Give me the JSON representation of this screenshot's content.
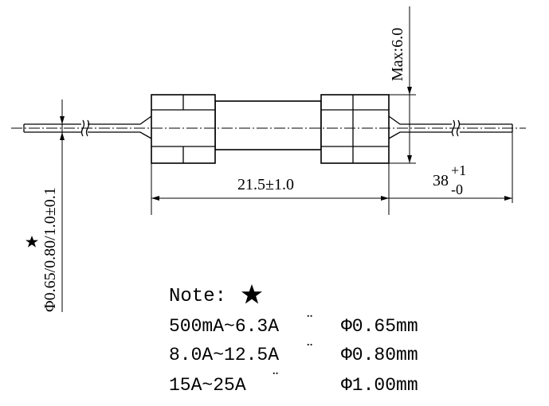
{
  "dimensions": {
    "body_length": "21.5±1.0",
    "max_diameter": "Max:6.0",
    "lead_length_base": "38",
    "lead_tol_upper": "+1",
    "lead_tol_lower": "-0",
    "lead_diameter": "Φ0.65/0.80/1.0±0.1"
  },
  "note": {
    "label": "Note:",
    "rows": [
      {
        "range": "500mA~6.3A",
        "mark": "¨",
        "dia": "Φ0.65mm"
      },
      {
        "range": "8.0A~12.5A",
        "mark": "¨",
        "dia": "Φ0.80mm"
      },
      {
        "range": "15A~25A",
        "mark": "¨",
        "dia": "Φ1.00mm"
      }
    ]
  },
  "icons": {
    "star": "star-icon"
  }
}
